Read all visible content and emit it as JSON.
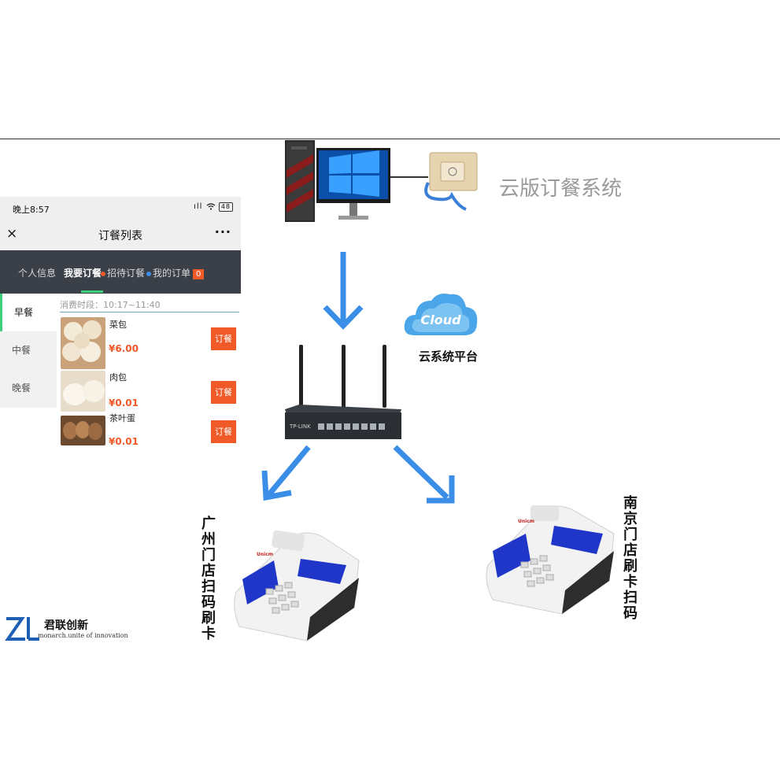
{
  "diagram": {
    "title": "云版订餐系统",
    "cloud_label": "云系统平台",
    "cloud_icon_text": "Cloud",
    "router_brand": "TP-LINK",
    "terminal_left_label": "广州门店扫码刷卡",
    "terminal_right_label": "南京门店刷卡扫码",
    "terminal_brand": "Unicm",
    "arrow_color": "#3b8ee8"
  },
  "phone": {
    "status": {
      "time": "晚上8:57",
      "signal": "ıll",
      "battery": "48"
    },
    "title": "订餐列表",
    "close_icon": "×",
    "more_icon": "···",
    "tabs": [
      {
        "label": "个人信息"
      },
      {
        "label": "我要订餐"
      },
      {
        "label": "招待订餐"
      },
      {
        "label": "我的订单"
      }
    ],
    "order_badge": "0",
    "sidebar": [
      "早餐",
      "中餐",
      "晚餐"
    ],
    "period": "消费时段：10:17~11:40",
    "items": [
      {
        "name": "菜包",
        "price": "¥6.00",
        "button": "订餐"
      },
      {
        "name": "肉包",
        "price": "¥0.01",
        "button": "订餐"
      },
      {
        "name": "茶叶蛋",
        "price": "¥0.01",
        "button": "订餐"
      }
    ],
    "colors": {
      "accent": "#f05a28",
      "tabbar": "#3a3f48",
      "active_green": "#3ecf7a"
    }
  },
  "logo": {
    "cn": "君联创新",
    "en": "monarch.unite of innovation"
  }
}
